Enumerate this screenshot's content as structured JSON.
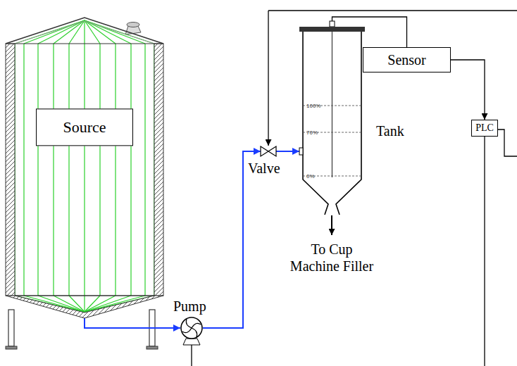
{
  "diagram": {
    "nodes": [
      {
        "text": [
          "Source"
        ]
      },
      {
        "text": [
          "Pump"
        ]
      },
      {
        "text": [
          "Valve"
        ]
      },
      {
        "text": [
          "100%",
          "70%",
          "0%",
          "Tank"
        ]
      },
      {
        "text": [
          "Sensor"
        ]
      },
      {
        "text": [
          "PLC"
        ]
      }
    ],
    "edges": [
      {
        "from": 0,
        "to": 1,
        "arrow": "to"
      },
      {
        "from": 1,
        "to": 2,
        "arrow": "to"
      },
      {
        "from": 2,
        "to": 3,
        "arrow": "to"
      },
      {
        "from": 3,
        "to": 4,
        "arrow": "none"
      },
      {
        "from": 4,
        "to": 5,
        "arrow": "to"
      }
    ],
    "labels": [
      "To Cup Machine Filler"
    ]
  }
}
